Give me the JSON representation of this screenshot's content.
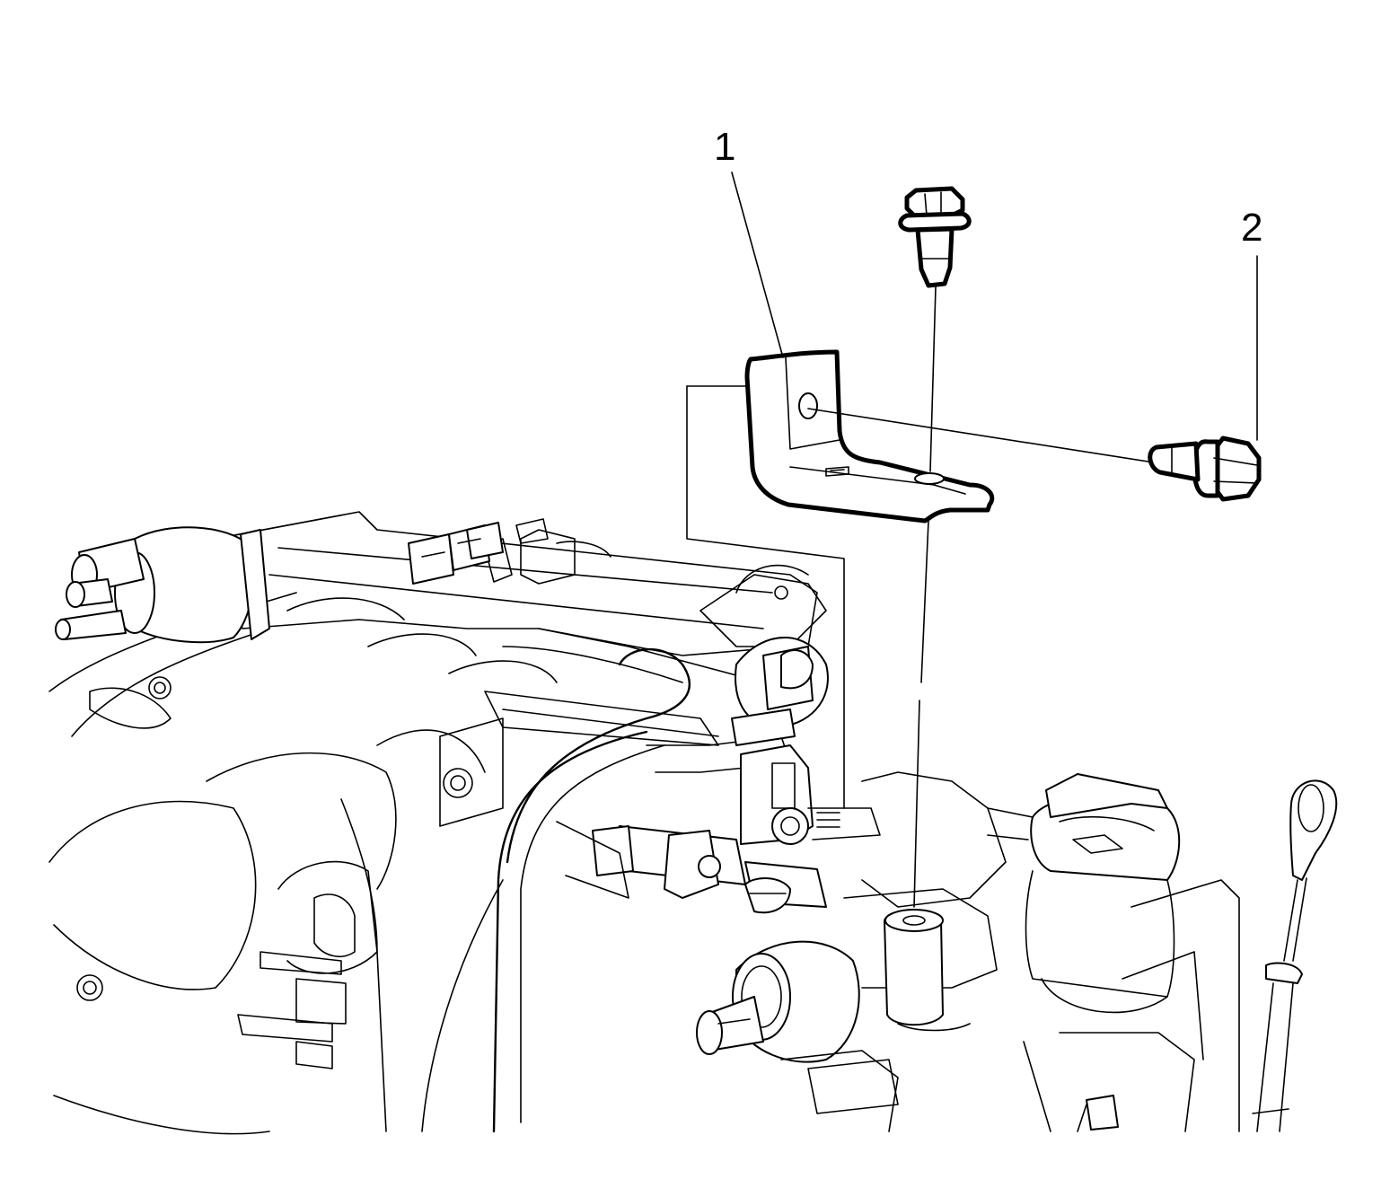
{
  "diagram": {
    "callouts": [
      {
        "id": "1",
        "label": "1"
      },
      {
        "id": "2",
        "label": "2"
      }
    ],
    "parts": [
      "bracket",
      "vertical-bolt",
      "horizontal-bolt",
      "intake-manifold",
      "oil-filler-cap",
      "oil-dipstick",
      "ignition-coil-connector",
      "engine-block"
    ],
    "colors": {
      "line": "#000000",
      "background": "#ffffff"
    }
  }
}
